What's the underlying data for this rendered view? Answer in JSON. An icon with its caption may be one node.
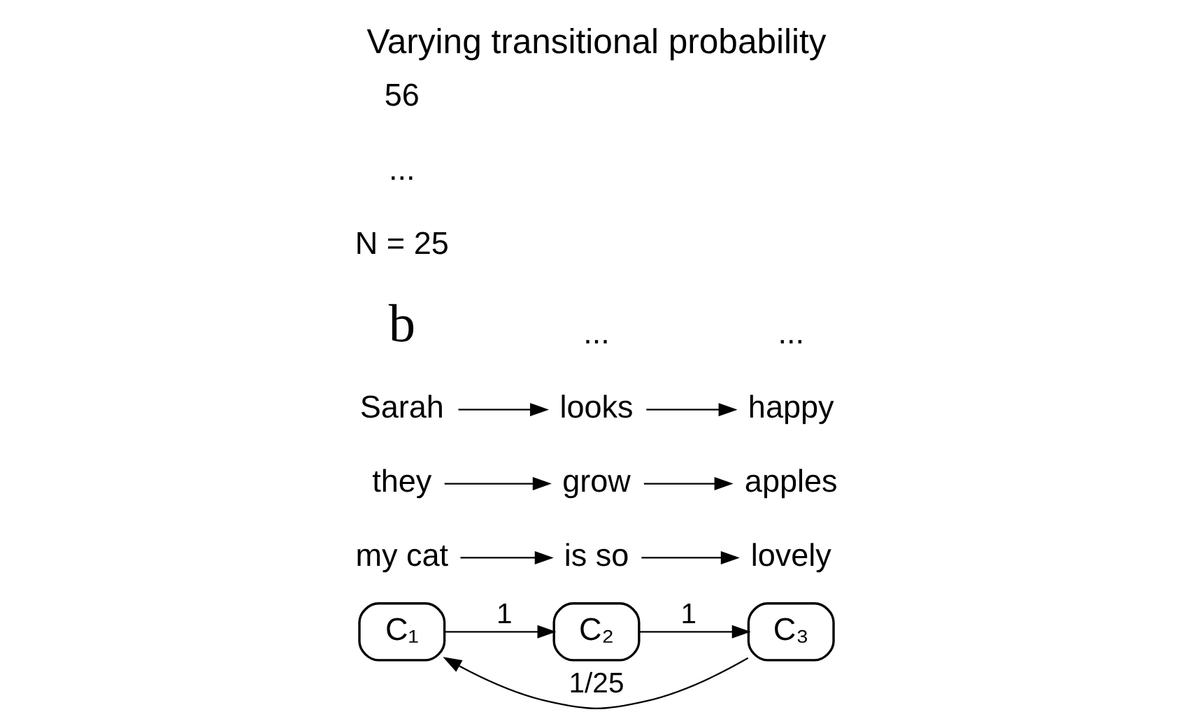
{
  "diagram": {
    "title": "Varying transitional probability",
    "nodes": [
      {
        "text": [
          "C₁"
        ]
      },
      {
        "text": [
          "C₂"
        ]
      },
      {
        "text": [
          "C₃"
        ]
      },
      {
        "text": [
          "my cat"
        ]
      },
      {
        "text": [
          "is so"
        ]
      },
      {
        "text": [
          "lovely"
        ]
      },
      {
        "text": [
          "they"
        ]
      },
      {
        "text": [
          "grow"
        ]
      },
      {
        "text": [
          "apples"
        ]
      },
      {
        "text": [
          "Sarah"
        ]
      },
      {
        "text": [
          "looks"
        ]
      },
      {
        "text": [
          "happy"
        ]
      }
    ],
    "edges": [
      {
        "from": 2,
        "to": 0,
        "arrow": "to",
        "label": "1/25"
      },
      {
        "from": 0,
        "to": 1,
        "arrow": "to",
        "label": "1"
      },
      {
        "from": 1,
        "to": 2,
        "arrow": "to",
        "label": "1"
      },
      {
        "from": 3,
        "to": 4,
        "arrow": "to"
      },
      {
        "from": 4,
        "to": 5,
        "arrow": "to"
      },
      {
        "from": 6,
        "to": 7,
        "arrow": "to"
      },
      {
        "from": 7,
        "to": 8,
        "arrow": "to"
      },
      {
        "from": 9,
        "to": 10,
        "arrow": "to"
      },
      {
        "from": 10,
        "to": 11,
        "arrow": "to"
      }
    ],
    "labels": [
      "b",
      "N = 25",
      "...",
      "...",
      "...",
      "56"
    ]
  }
}
